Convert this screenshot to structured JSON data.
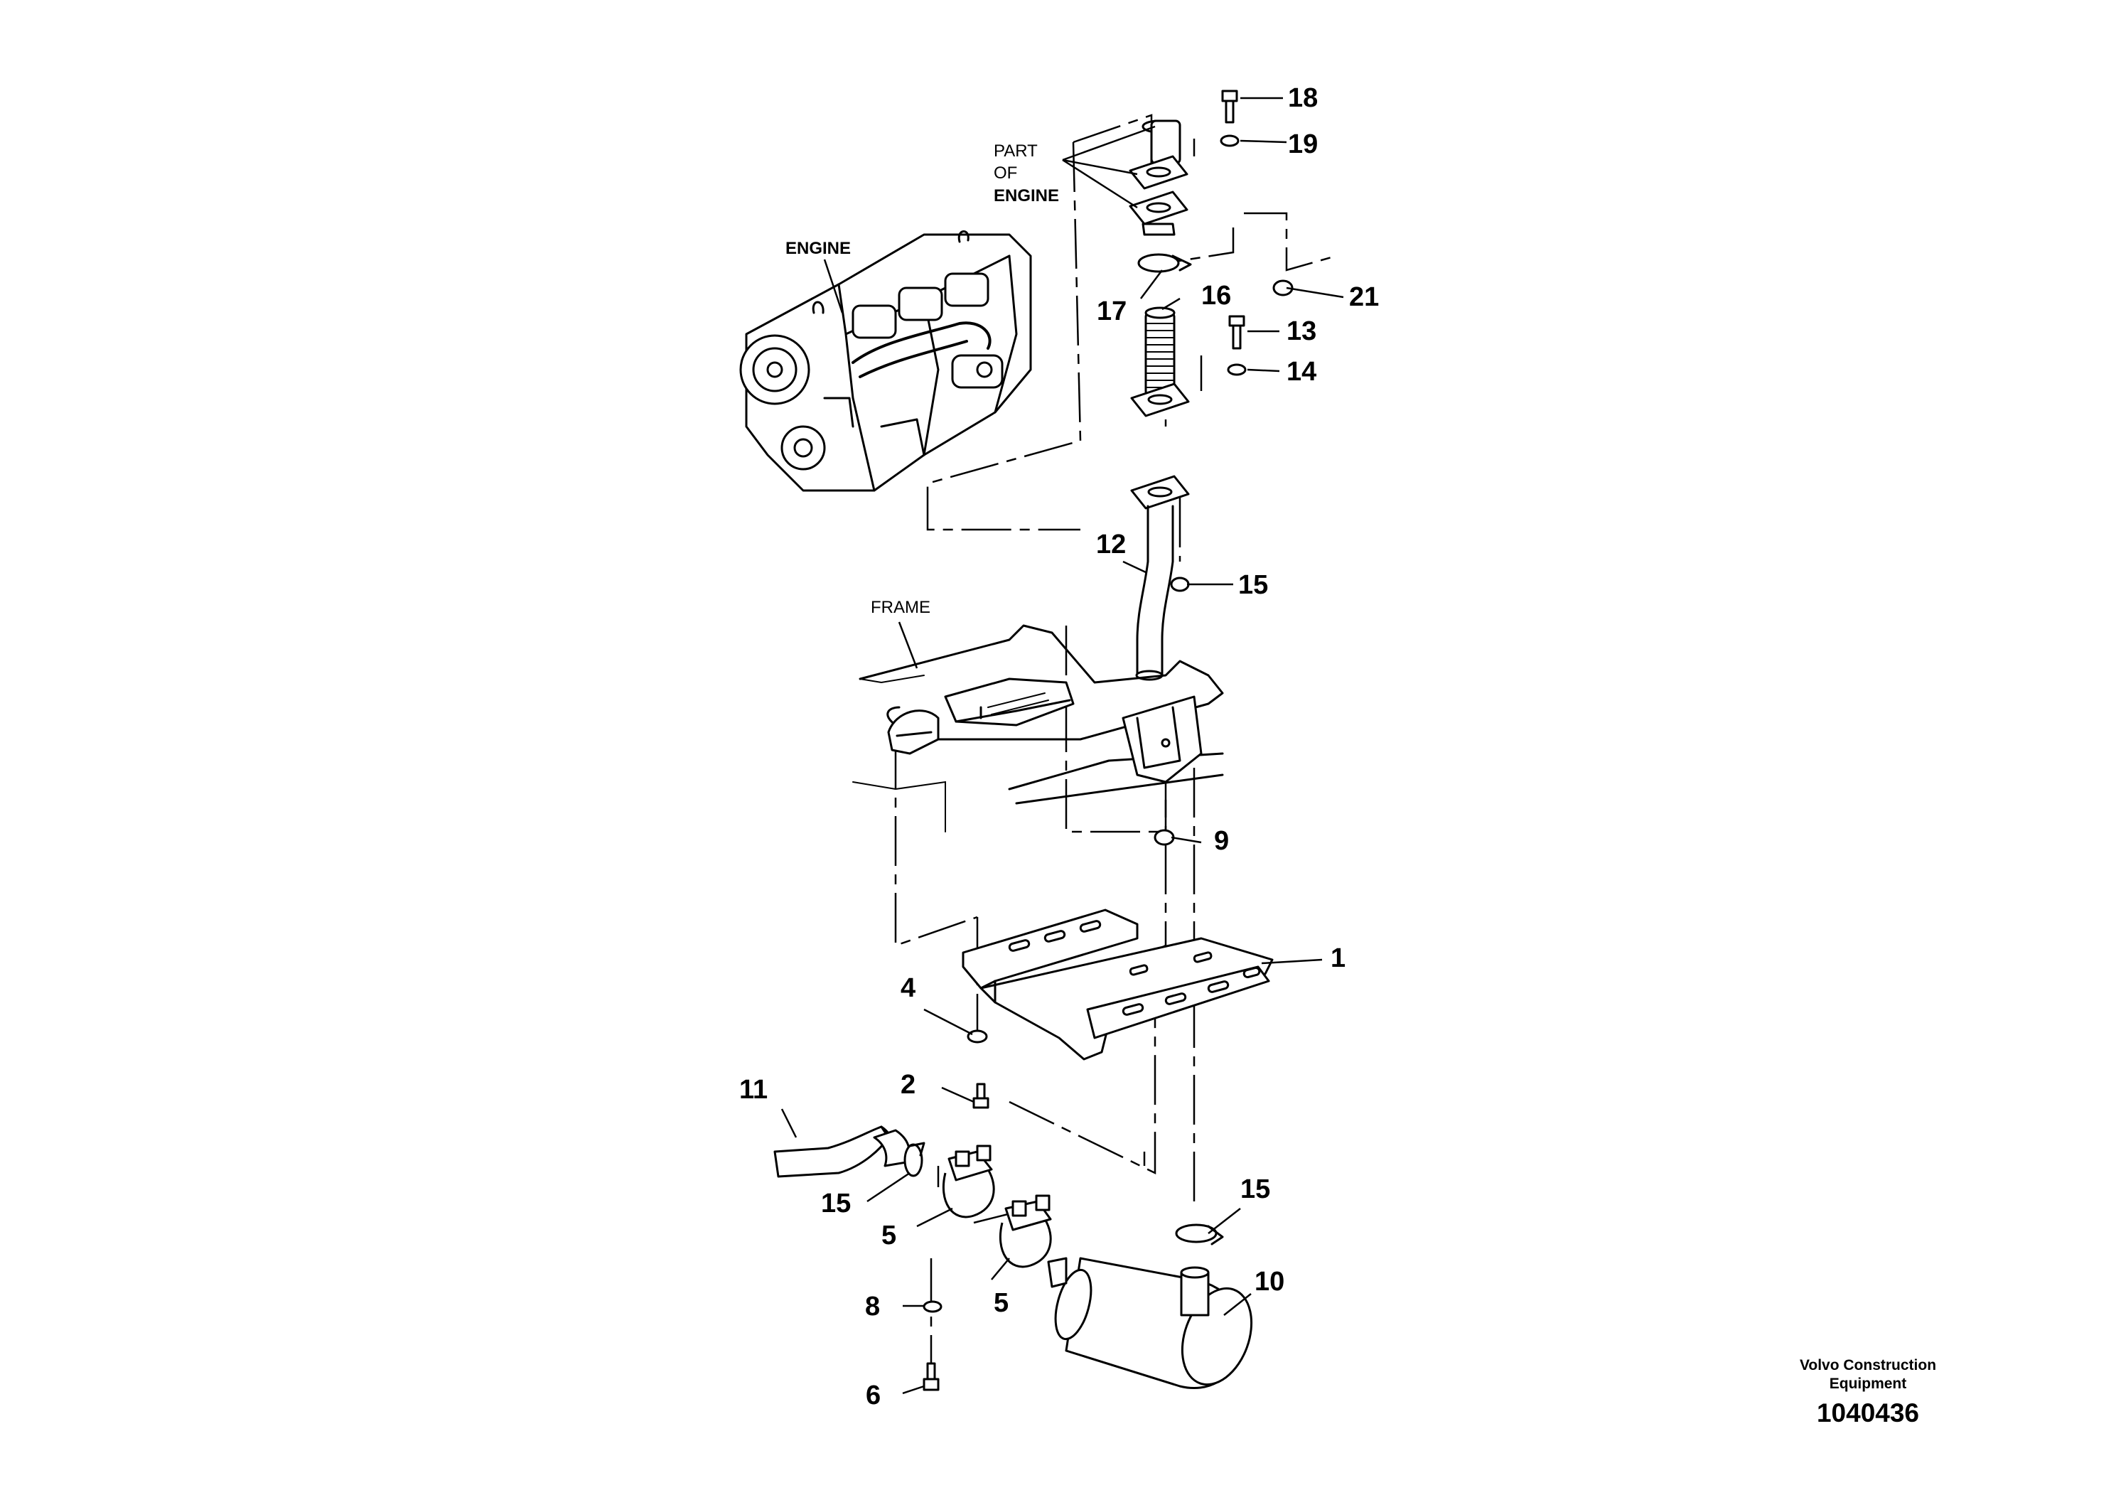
{
  "text_labels": {
    "part_of_engine_1": "PART",
    "part_of_engine_2": "OF",
    "part_of_engine_3": "ENGINE",
    "engine": "ENGINE",
    "frame": "FRAME"
  },
  "callouts": {
    "c1": "1",
    "c2": "2",
    "c4": "4",
    "c5a": "5",
    "c5b": "5",
    "c6": "6",
    "c8": "8",
    "c9": "9",
    "c10": "10",
    "c11": "11",
    "c12": "12",
    "c13": "13",
    "c14": "14",
    "c15a": "15",
    "c15b": "15",
    "c15c": "15",
    "c16": "16",
    "c17": "17",
    "c18": "18",
    "c19": "19",
    "c21": "21"
  },
  "title_block": {
    "company_line1": "Volvo Construction",
    "company_line2": "Equipment",
    "drawing_number": "1040436"
  }
}
